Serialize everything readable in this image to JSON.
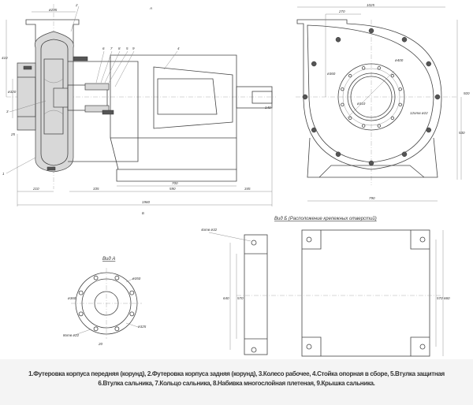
{
  "views": {
    "side_marker": "A",
    "side_bottom_marker": "Б",
    "view_a_title": "Вид А",
    "view_b_title": "Вид Б (Расположение крепежных отверстий)"
  },
  "part_numbers": [
    "1",
    "2",
    "3",
    "4",
    "5",
    "6",
    "7",
    "8",
    "9"
  ],
  "dimensions": {
    "side": [
      "ø295",
      "410",
      "ø320",
      "210",
      "335",
      "590",
      "700",
      "345",
      "1960",
      "25",
      "140"
    ],
    "front": [
      "1025",
      "270",
      "ø400",
      "ø360",
      "ø310",
      "12отв ø22",
      "530",
      "920",
      "790"
    ],
    "view_a": [
      "ø350",
      "ø360",
      "ø325",
      "8отв ø22",
      "20"
    ],
    "view_b": [
      "4отв ø32",
      "640",
      "570",
      "570",
      "660"
    ]
  },
  "caption": {
    "line1": "1.Футеровка корпуса передняя (корунд), 2.Футеровка корпуса задняя (корунд), 3.Колесо рабочее, 4.Стойка опорная в сборе, 5.Втулка защитная",
    "line2": "6.Втулка сальника, 7.Кольцо сальника, 8.Набивка многослойная плетеная, 9.Крышка сальника."
  }
}
